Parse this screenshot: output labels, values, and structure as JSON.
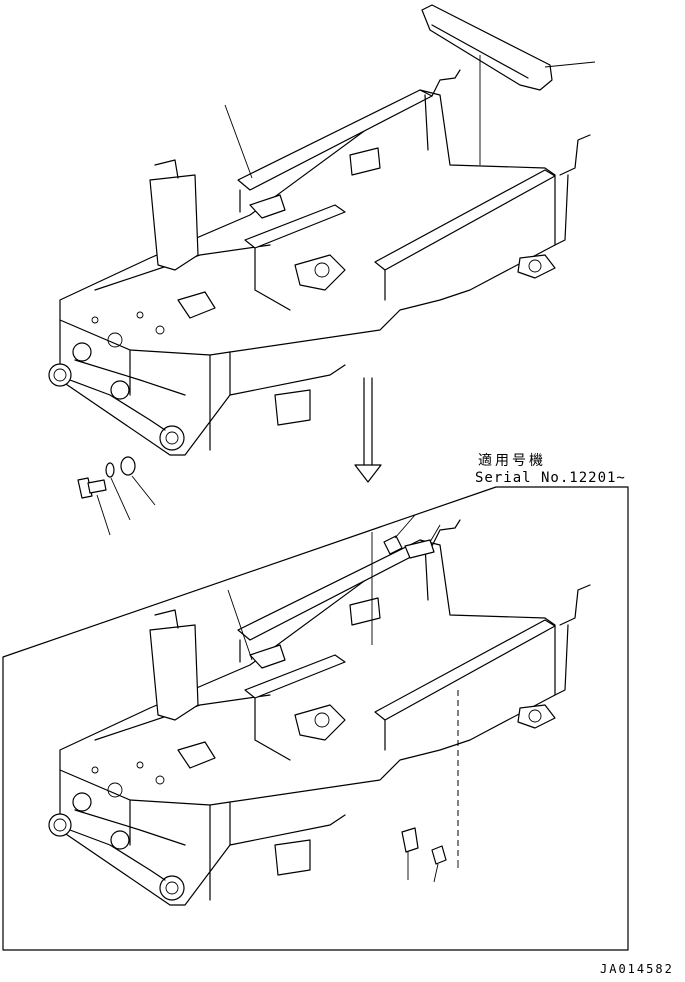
{
  "applicability_label": "適用号機",
  "serial_label": "Serial No.12201~",
  "drawing_code": "JA014582"
}
